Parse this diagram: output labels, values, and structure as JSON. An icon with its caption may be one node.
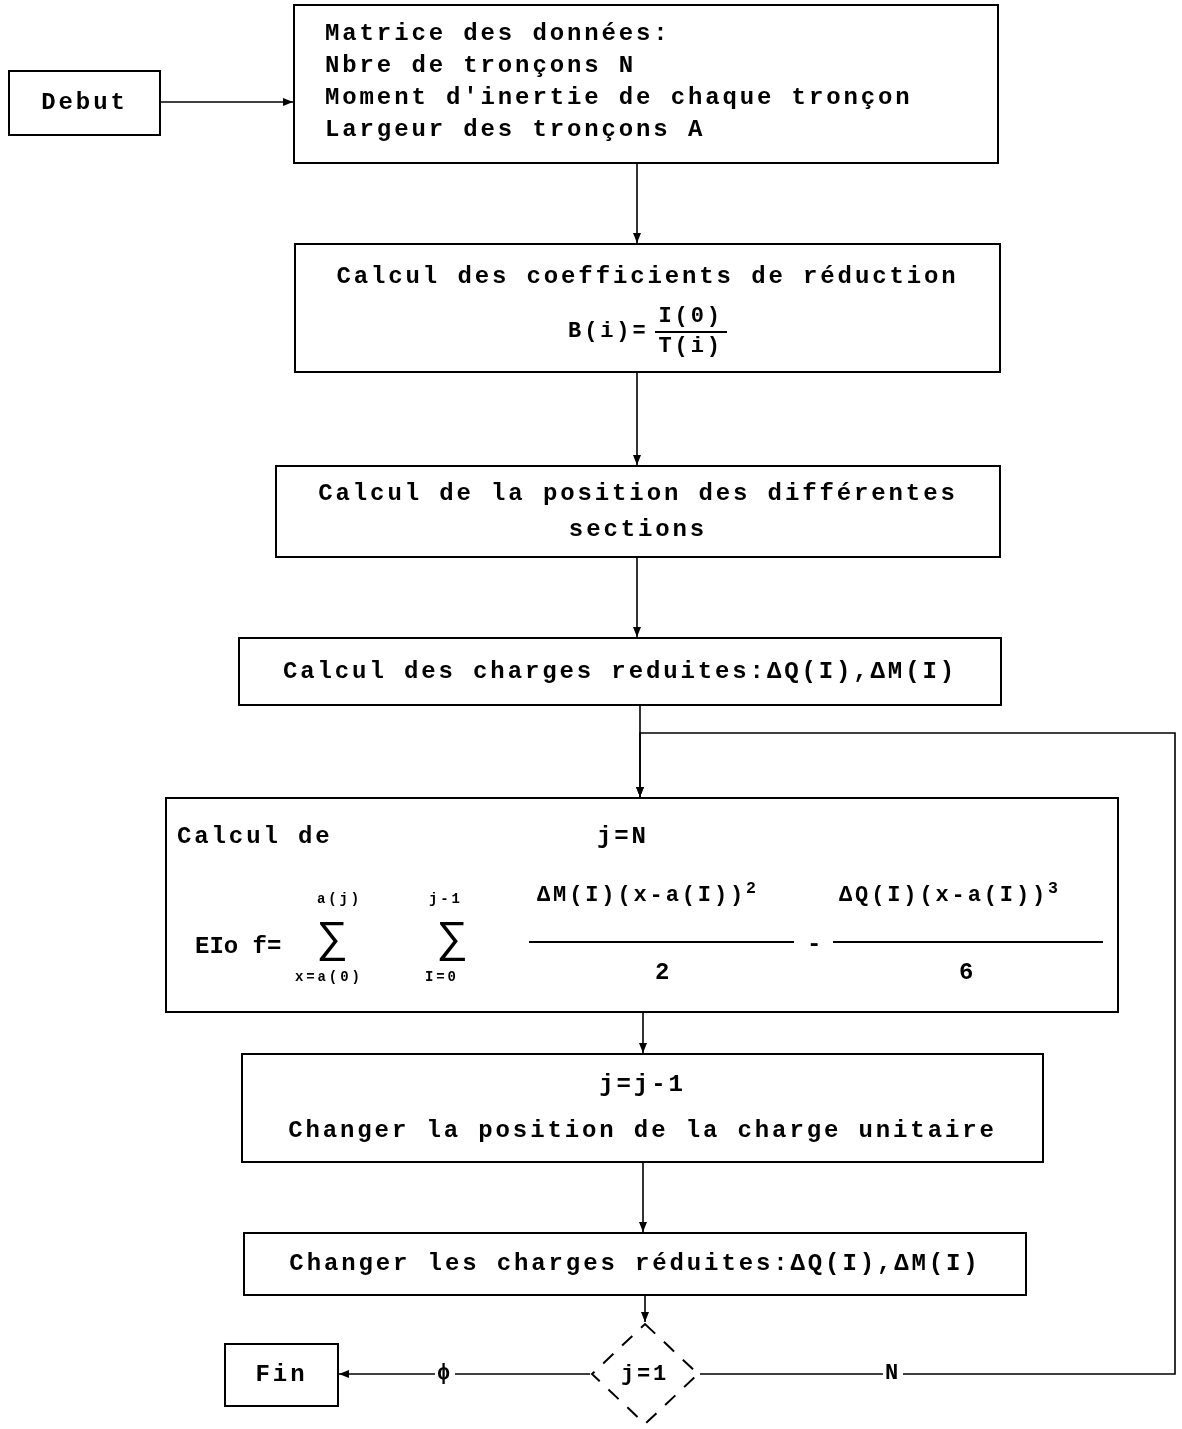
{
  "diagram": {
    "nodes": [
      {
        "text": [
          "Debut"
        ]
      },
      {
        "text": [
          "Matrice des données:",
          "Nbre de tronçons N",
          "Moment d'inertie de chaque tronçon",
          "Largeur des tronçons A"
        ]
      },
      {
        "text": [
          "Calcul des coefficients de réduction",
          "B(i)=",
          "I(0)",
          "T(i)"
        ]
      },
      {
        "text": [
          "Calcul de la position des différentes sections"
        ]
      },
      {
        "text": [
          "Calcul des charges reduites:ΔQ(I),ΔM(I)"
        ]
      },
      {
        "text": [
          "Calcul de",
          "j=N",
          "EIo f=",
          "a(j)",
          "∑",
          "x=a(0)",
          "j-1",
          "∑",
          "I=0",
          "ΔM(I)(x-a(I))$^{2}$",
          "2",
          "-",
          "ΔQ(I)(x-a(I))$^{3}$",
          "6"
        ]
      },
      {
        "text": [
          "j=j-1",
          "Changer la position de la charge unitaire"
        ]
      },
      {
        "text": [
          "Changer les charges réduites:ΔQ(I),ΔM(I)"
        ]
      },
      {
        "text": [
          "j=1"
        ]
      },
      {
        "text": [
          "Fin"
        ]
      }
    ],
    "edges": [
      {
        "from": 0,
        "to": 1,
        "arrow": "to"
      },
      {
        "from": 1,
        "to": 2,
        "arrow": "to"
      },
      {
        "from": 2,
        "to": 3,
        "arrow": "to"
      },
      {
        "from": 3,
        "to": 4,
        "arrow": "to"
      },
      {
        "from": 4,
        "to": 5,
        "arrow": "to"
      },
      {
        "from": 5,
        "to": 6,
        "arrow": "to"
      },
      {
        "from": 6,
        "to": 7,
        "arrow": "to"
      },
      {
        "from": 7,
        "to": 8,
        "arrow": "to"
      },
      {
        "from": 8,
        "to": 9,
        "arrow": "to",
        "label": "ϕ"
      },
      {
        "from": 8,
        "to": 5,
        "arrow": "to",
        "label": "N"
      }
    ]
  }
}
